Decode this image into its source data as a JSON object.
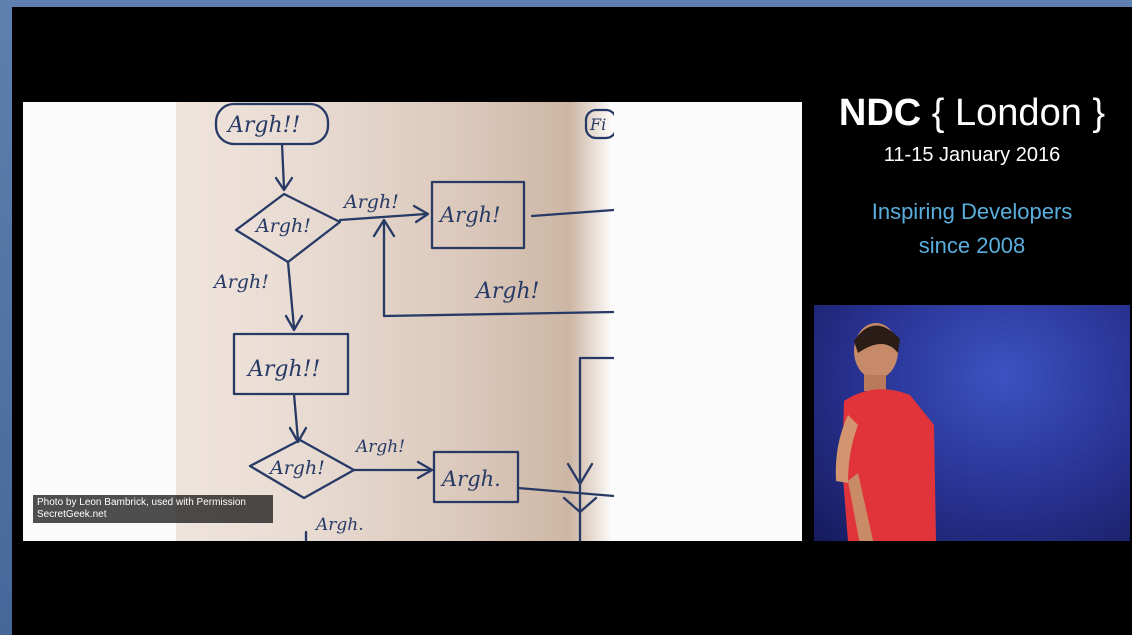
{
  "conference": {
    "name_bold": "NDC",
    "name_rest": "{ London }",
    "dates": "11-15 January 2016",
    "tagline_line1": "Inspiring Developers",
    "tagline_line2": "since 2008"
  },
  "slide": {
    "credit_line1": "Photo by Leon Bambrick, used with Permission",
    "credit_line2": "SecretGeek.net",
    "flowchart": {
      "nodes": [
        "Argh!!",
        "Argh!",
        "Argh!",
        "Argh!!",
        "Argh!",
        "Argh.",
        "Fi"
      ],
      "edge_labels": [
        "Argh!",
        "Argh!",
        "Argh!",
        "Argh!",
        "Argh."
      ]
    }
  },
  "colors": {
    "frame": "#000000",
    "backdrop": "#5f7fae",
    "tagline": "#5aaedd",
    "ink": "#273a66"
  }
}
